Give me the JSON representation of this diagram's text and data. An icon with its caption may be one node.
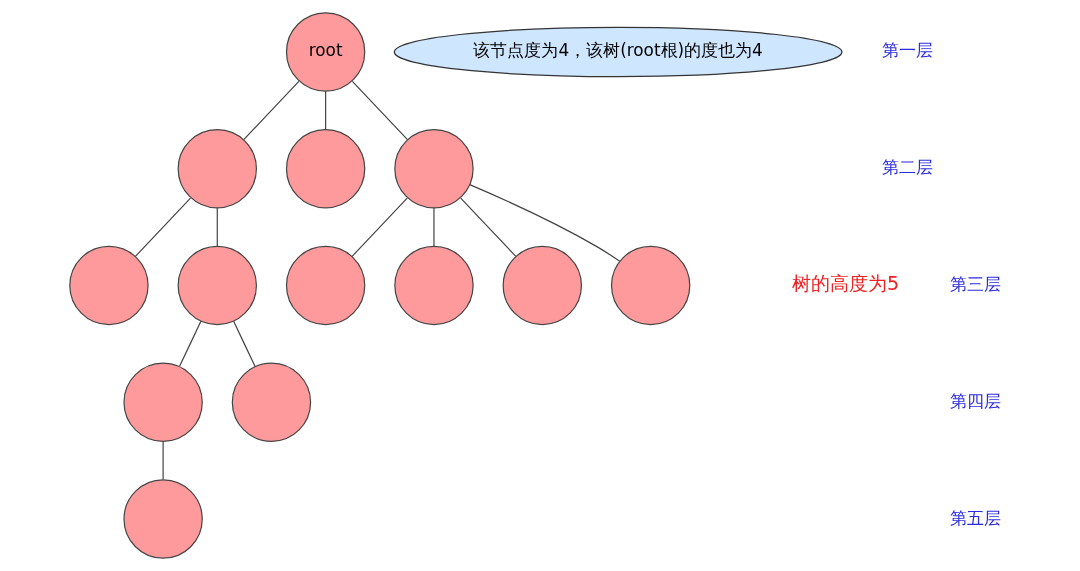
{
  "diagram": {
    "nodes": [
      {
        "text": [
          "root"
        ]
      },
      {
        "text": [],
        "shape": "circle"
      },
      {
        "text": [],
        "shape": "circle"
      },
      {
        "text": [],
        "shape": "circle"
      },
      {
        "text": [],
        "shape": "circle"
      },
      {
        "text": [],
        "shape": "circle"
      },
      {
        "text": [],
        "shape": "circle"
      },
      {
        "text": [],
        "shape": "circle"
      },
      {
        "text": [],
        "shape": "circle"
      },
      {
        "text": [],
        "shape": "circle"
      },
      {
        "text": [],
        "shape": "circle"
      },
      {
        "text": [],
        "shape": "circle"
      },
      {
        "text": [],
        "shape": "circle"
      },
      {
        "text": [
          "该节点度为4，该树(root根)的度也为4"
        ]
      }
    ],
    "edges": [
      {
        "from": 0,
        "to": 1,
        "arrow": "none"
      },
      {
        "from": 0,
        "to": 2,
        "arrow": "none"
      },
      {
        "from": 0,
        "to": 3,
        "arrow": "none"
      },
      {
        "from": 1,
        "to": 4,
        "arrow": "none"
      },
      {
        "from": 1,
        "to": 5,
        "arrow": "none"
      },
      {
        "from": 3,
        "to": 6,
        "arrow": "none"
      },
      {
        "from": 3,
        "to": 7,
        "arrow": "none"
      },
      {
        "from": 3,
        "to": 8,
        "arrow": "none"
      },
      {
        "from": 3,
        "to": 9,
        "arrow": "none"
      },
      {
        "from": 5,
        "to": 10,
        "arrow": "none"
      },
      {
        "from": 5,
        "to": 11,
        "arrow": "none"
      },
      {
        "from": 10,
        "to": 12,
        "arrow": "none"
      }
    ],
    "labels": [
      "第一层",
      "第二层",
      "第三层",
      "第四层",
      "第五层",
      "树的高度为5"
    ]
  }
}
